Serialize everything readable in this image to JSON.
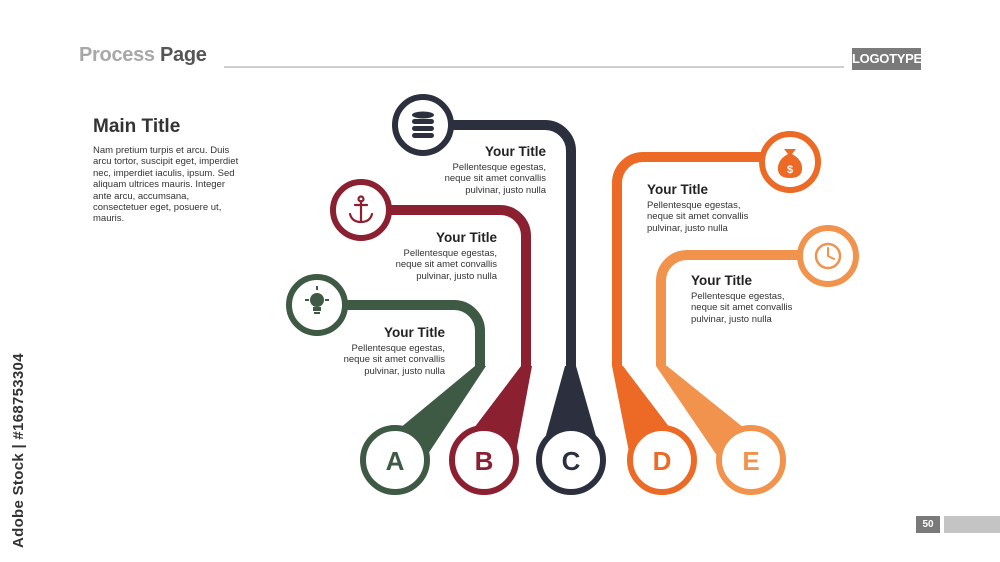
{
  "header": {
    "title_part1": "Process ",
    "title_part2": "Page",
    "logotype": "LOGOTYPE"
  },
  "main": {
    "title": "Main Title",
    "body": "Nam pretium turpis et arcu. Duis arcu tortor, suscipit eget, imperdiet nec, imperdiet iaculis, ipsum. Sed aliquam ultrices mauris. Integer ante arcu, accumsana, consectetuer eget, posuere ut, mauris."
  },
  "colors": {
    "A": "#3e5a45",
    "B": "#8b2031",
    "C": "#2c303e",
    "D": "#ec6a25",
    "E": "#f2934d"
  },
  "steps": [
    {
      "letter": "A",
      "icon": "lightbulb-icon",
      "title": "Your Title",
      "desc": "Pellentesque egestas,\nneque sit amet convallis\npulvinar, justo nulla"
    },
    {
      "letter": "B",
      "icon": "anchor-icon",
      "title": "Your Title",
      "desc": "Pellentesque egestas,\nneque sit amet convallis\npulvinar, justo nulla"
    },
    {
      "letter": "C",
      "icon": "database-icon",
      "title": "Your Title",
      "desc": "Pellentesque egestas,\nneque sit amet convallis\npulvinar, justo nulla"
    },
    {
      "letter": "D",
      "icon": "money-bag-icon",
      "title": "Your Title",
      "desc": "Pellentesque egestas,\nneque sit amet convallis\npulvinar, justo nulla"
    },
    {
      "letter": "E",
      "icon": "clock-icon",
      "title": "Your Title",
      "desc": "Pellentesque egestas,\nneque sit amet convallis\npulvinar, justo nulla"
    }
  ],
  "footer": {
    "page_number": "50"
  },
  "watermark": "Adobe Stock | #168753304"
}
